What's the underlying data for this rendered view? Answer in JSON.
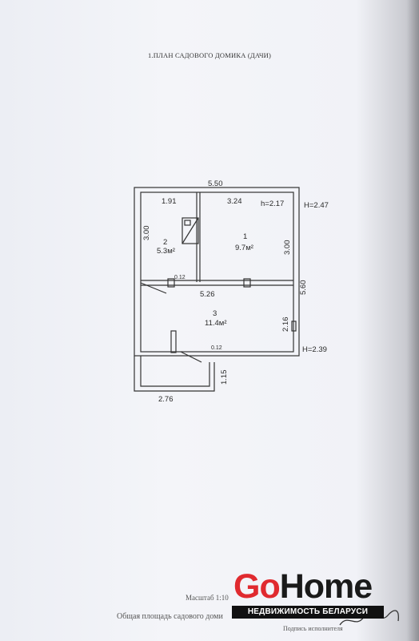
{
  "document": {
    "title": "1.ПЛАН САДОВОГО ДОМИКА (ДАЧИ)"
  },
  "plan": {
    "overall_width": "5.50",
    "overall_depth": "5.60",
    "room_1": {
      "number": "1",
      "area": "9.7м²",
      "width": "3.24",
      "height_label": "h=2.17",
      "depth": "3.00"
    },
    "room_2": {
      "number": "2",
      "area": "5.3м²",
      "width": "1.91",
      "depth": "3.00"
    },
    "room_3": {
      "number": "3",
      "area": "11.4м²",
      "width": "5.26",
      "depth": "2.16"
    },
    "ceiling_top": "H=2.47",
    "ceiling_bottom": "H=2.39",
    "partition_thickness_1": "0.12",
    "partition_thickness_2": "0.12",
    "porch_width": "2.76",
    "porch_depth": "1.15"
  },
  "footer": {
    "scale": "Масштаб 1:10",
    "total_area": "Общая площадь садового доми",
    "signature_label": "Подпись исполнителя"
  },
  "watermark": {
    "brand_go": "Go",
    "brand_home": "Home",
    "tagline": "НЕДВИЖИМОСТЬ БЕЛАРУСИ"
  },
  "colors": {
    "paper": "#f1f2f7",
    "ink": "#333333",
    "brand_red": "#e02a2f",
    "brand_black": "#111111"
  }
}
